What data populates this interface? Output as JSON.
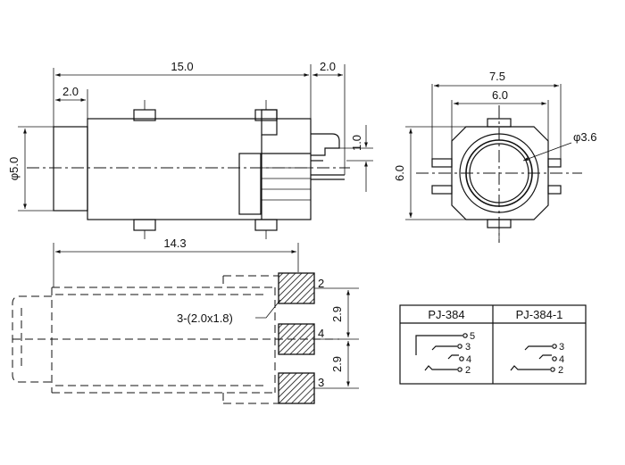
{
  "dimensions": {
    "length_15": "15.0",
    "front_2a": "2.0",
    "tail_2b": "2.0",
    "pin_1": "1.0",
    "dia_5": "φ5.0",
    "width_7_5": "7.5",
    "width_6": "6.0",
    "height_6": "6.0",
    "dia_3_6": "φ3.6",
    "length_14_3": "14.3",
    "pad_spec": "3-(2.0x1.8)",
    "pitch_a": "2.9",
    "pitch_b": "2.9"
  },
  "pads": [
    "2",
    "4",
    "3"
  ],
  "table": {
    "headers": [
      "PJ-384",
      "PJ-384-1"
    ],
    "left_pins": [
      "5",
      "3",
      "4",
      "2"
    ],
    "right_pins": [
      "3",
      "4",
      "2"
    ]
  }
}
